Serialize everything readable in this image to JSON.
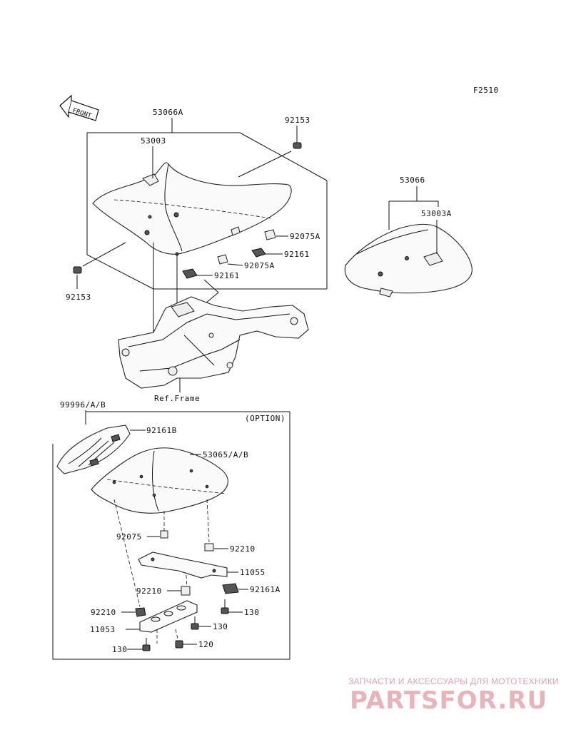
{
  "figure_code": "F2510",
  "front_label": "FRONT",
  "ref_frame_label": "Ref.Frame",
  "option_label": "(OPTION)",
  "parts": {
    "seat_assy": "53066A",
    "seat_cover": "53003",
    "bolt_top": "92153",
    "bolt_left": "92153",
    "damper_a_upper": "92075A",
    "damper_a_lower": "92075A",
    "clip_upper": "92161",
    "clip_lower": "92161",
    "rear_seat": "53066",
    "rear_seat_cover": "53003A",
    "option_kit": "99996/A/B",
    "clip_b": "92161B",
    "option_cover": "53065/A/B",
    "damper_92075": "92075",
    "collar_upper": "92210",
    "bracket_11055": "11055",
    "clip_a": "92161A",
    "collar_mid": "92210",
    "collar_left": "92210",
    "bolt_130_right": "130",
    "bracket_11053": "11053",
    "bolt_130_mid": "130",
    "bolt_130_left": "130",
    "bolt_120": "120"
  },
  "watermark": {
    "subtitle": "ЗАПЧАСТИ И АКСЕССУАРЫ ДЛЯ МОТОТЕХНИКИ",
    "brand": "PARTSFOR.RU"
  }
}
